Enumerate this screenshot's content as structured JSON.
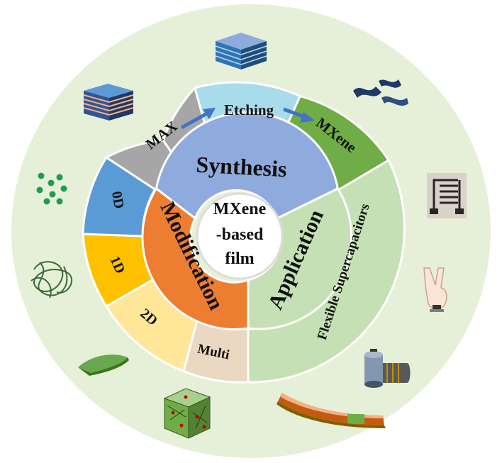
{
  "center": {
    "line1": "MXene",
    "line2": "-based",
    "line3": "film"
  },
  "inner": {
    "synthesis": "Synthesis",
    "modification": "Modification",
    "application": "Application"
  },
  "outer": {
    "max": "MAX",
    "etching": "Etching",
    "mxene": "MXene",
    "d0": "0D",
    "d1": "1D",
    "d2": "2D",
    "multi": "Multi",
    "flexible": "Flexible Supercapacitors"
  },
  "colors": {
    "background_ring": "#e6f0d8",
    "synthesis": "#8faadc",
    "modification": "#ed7d31",
    "application": "#c5e0b4",
    "max": "#a6a6a6",
    "etching": "#a9dcea",
    "mxene": "#70ad47",
    "d0": "#5b9bd5",
    "d1": "#ffc000",
    "d2": "#ffe699",
    "multi": "#ead8c2",
    "arrow": "#4472c4"
  },
  "icons": [
    "stacked-layers-max-icon",
    "stacked-layers-etched-icon",
    "mxene-flakes-icon",
    "quantum-dots-icon",
    "nanofiber-tangle-icon",
    "nanosheet-icon",
    "3d-network-icon",
    "rolled-film-icon",
    "cylindrical-supercapacitor-icon",
    "wearable-hand-icon",
    "interdigitated-electrode-icon"
  ]
}
